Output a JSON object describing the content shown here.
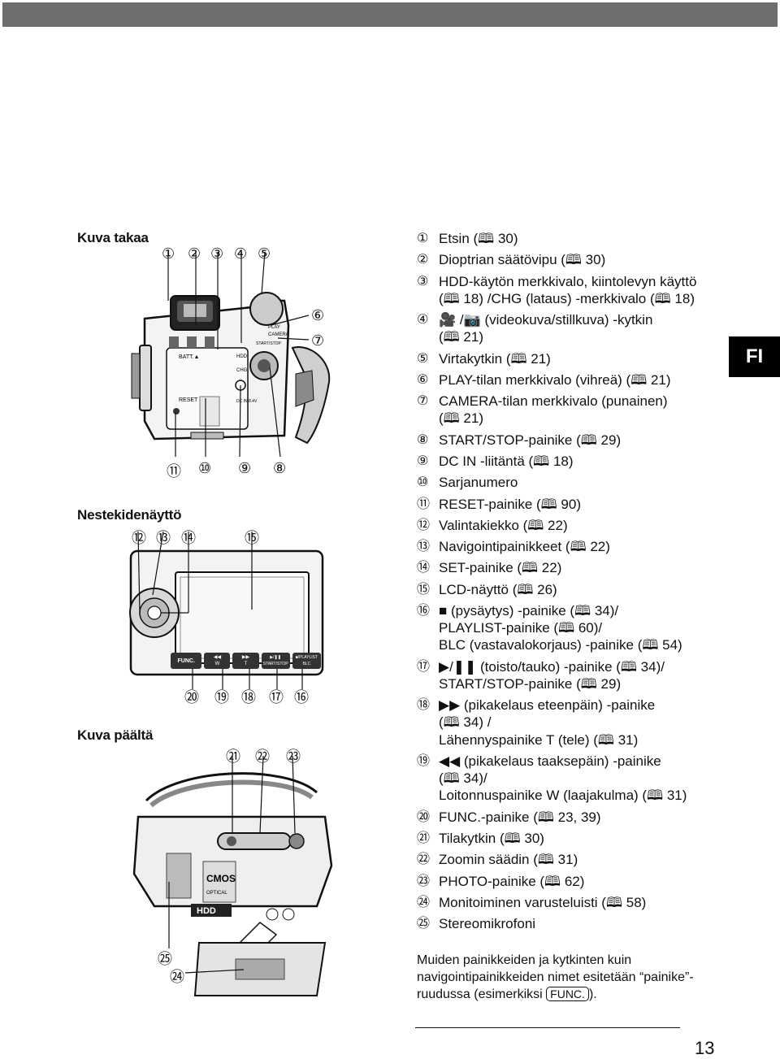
{
  "page": {
    "page_number": "13",
    "language_tab": "FI"
  },
  "sections": {
    "back_view": "Kuva takaa",
    "lcd_panel": "Nestekidenäyttö",
    "top_view": "Kuva päältä"
  },
  "camera_labels": {
    "batt": "BATT.▲",
    "reset": "RESET",
    "play": "PLAY",
    "camera": "CAMERA",
    "start_stop": "START/STOP",
    "hdd": "HDD",
    "chg": "CHG",
    "dc_in": "DC IN 8.4V",
    "hdd_badge": "HDD",
    "cmos": "CMOS",
    "optical": "OPTICAL"
  },
  "lcd_buttons": [
    {
      "text": "FUNC.",
      "sub": ""
    },
    {
      "text": "◀◀",
      "sub": "W"
    },
    {
      "text": "▶▶",
      "sub": "T"
    },
    {
      "text": "▶/❚❚",
      "sub": "START/STOP"
    },
    {
      "text": "■/PLAYLIST",
      "sub": "BLC"
    }
  ],
  "callouts": {
    "c1": "①",
    "c2": "②",
    "c3": "③",
    "c4": "④",
    "c5": "⑤",
    "c6": "⑥",
    "c7": "⑦",
    "c8": "⑧",
    "c9": "⑨",
    "c10": "⑩",
    "c11": "⑪",
    "c12": "⑫",
    "c13": "⑬",
    "c14": "⑭",
    "c15": "⑮",
    "c16": "⑯",
    "c17": "⑰",
    "c18": "⑱",
    "c19": "⑲",
    "c20": "⑳",
    "c21": "㉑",
    "c22": "㉒",
    "c23": "㉓",
    "c24": "㉔",
    "c25": "㉕"
  },
  "legend": [
    {
      "num": "①",
      "lines": [
        "Etsin (🕮 30)"
      ]
    },
    {
      "num": "②",
      "lines": [
        "Dioptrian säätövipu (🕮 30)"
      ]
    },
    {
      "num": "③",
      "lines": [
        "HDD-käytön merkkivalo, kiintolevyn käyttö",
        "(🕮 18) /CHG (lataus) -merkkivalo (🕮 18)"
      ]
    },
    {
      "num": "④",
      "lines": [
        "🎥 /📷 (videokuva/stillkuva) -kytkin",
        "(🕮 21)"
      ]
    },
    {
      "num": "⑤",
      "lines": [
        "Virtakytkin (🕮 21)"
      ]
    },
    {
      "num": "⑥",
      "lines": [
        "PLAY-tilan merkkivalo (vihreä) (🕮 21)"
      ]
    },
    {
      "num": "⑦",
      "lines": [
        "CAMERA-tilan merkkivalo (punainen)",
        "(🕮 21)"
      ]
    },
    {
      "num": "⑧",
      "lines": [
        "START/STOP-painike (🕮 29)"
      ]
    },
    {
      "num": "⑨",
      "lines": [
        "DC IN -liitäntä (🕮 18)"
      ]
    },
    {
      "num": "⑩",
      "lines": [
        "Sarjanumero"
      ]
    },
    {
      "num": "⑪",
      "lines": [
        "RESET-painike (🕮 90)"
      ]
    },
    {
      "num": "⑫",
      "lines": [
        "Valintakiekko (🕮 22)"
      ]
    },
    {
      "num": "⑬",
      "lines": [
        "Navigointipainikkeet (🕮 22)"
      ]
    },
    {
      "num": "⑭",
      "lines": [
        "SET-painike (🕮 22)"
      ]
    },
    {
      "num": "⑮",
      "lines": [
        "LCD-näyttö (🕮 26)"
      ]
    },
    {
      "num": "⑯",
      "lines": [
        "■ (pysäytys) -painike (🕮 34)/",
        "PLAYLIST-painike (🕮 60)/",
        "BLC (vastavalokorjaus) -painike (🕮 54)"
      ]
    },
    {
      "num": "⑰",
      "lines": [
        "▶/❚❚ (toisto/tauko) -painike (🕮 34)/",
        "START/STOP-painike (🕮 29)"
      ]
    },
    {
      "num": "⑱",
      "lines": [
        "▶▶ (pikakelaus eteenpäin) -painike",
        "(🕮 34) /",
        "Lähennyspainike T (tele) (🕮 31)"
      ]
    },
    {
      "num": "⑲",
      "lines": [
        "◀◀ (pikakelaus taaksepäin) -painike",
        "(🕮 34)/",
        "Loitonnuspainike W (laajakulma) (🕮 31)"
      ]
    },
    {
      "num": "⑳",
      "lines": [
        "FUNC.-painike (🕮 23, 39)"
      ]
    },
    {
      "num": "㉑",
      "lines": [
        "Tilakytkin (🕮 30)"
      ]
    },
    {
      "num": "㉒",
      "lines": [
        "Zoomin säädin (🕮 31)"
      ]
    },
    {
      "num": "㉓",
      "lines": [
        "PHOTO-painike (🕮 62)"
      ]
    },
    {
      "num": "㉔",
      "lines": [
        "Monitoiminen varusteluisti (🕮 58)"
      ]
    },
    {
      "num": "㉕",
      "lines": [
        "Stereomikrofoni"
      ]
    }
  ],
  "note": {
    "line1": "Muiden painikkeiden ja kytkinten kuin",
    "line2": "navigointipainikkeiden nimet esitetään “painike”-",
    "line3_pre": "ruudussa (esimerkiksi ",
    "key": "FUNC.",
    "line3_post": ")."
  }
}
